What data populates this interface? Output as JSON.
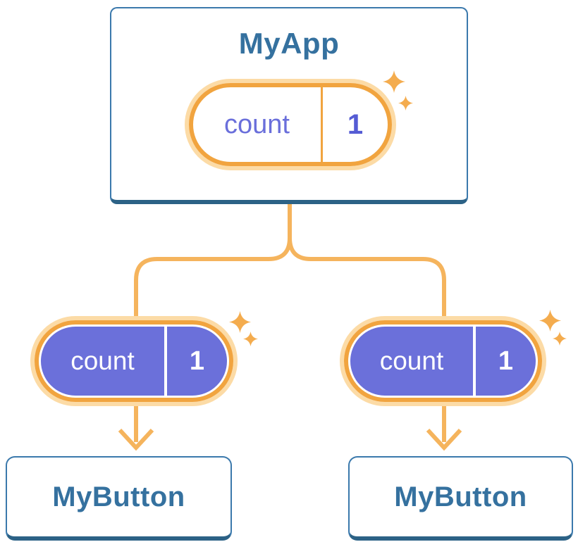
{
  "colors": {
    "line": "#f5b45d",
    "accent": "#f1a43f",
    "halo": "#fcdba6",
    "sparkle": "#f4ac4e",
    "purple": "#6b70da",
    "purple-text": "#6a6fdb",
    "purple-bold": "#555cd4",
    "card-border": "#3b79ac",
    "card-border-dark": "#2c6286",
    "card-bg": "#ffffff",
    "title-blue": "#35719f",
    "pill-text-light": "#ffffff"
  },
  "icons": {
    "sparkle": "sparkle-icon"
  },
  "diagram": {
    "root": {
      "title": "MyApp",
      "pill": {
        "label": "count",
        "value": "1"
      }
    },
    "children": [
      {
        "title": "MyButton",
        "pill": {
          "label": "count",
          "value": "1"
        }
      },
      {
        "title": "MyButton",
        "pill": {
          "label": "count",
          "value": "1"
        }
      }
    ]
  }
}
